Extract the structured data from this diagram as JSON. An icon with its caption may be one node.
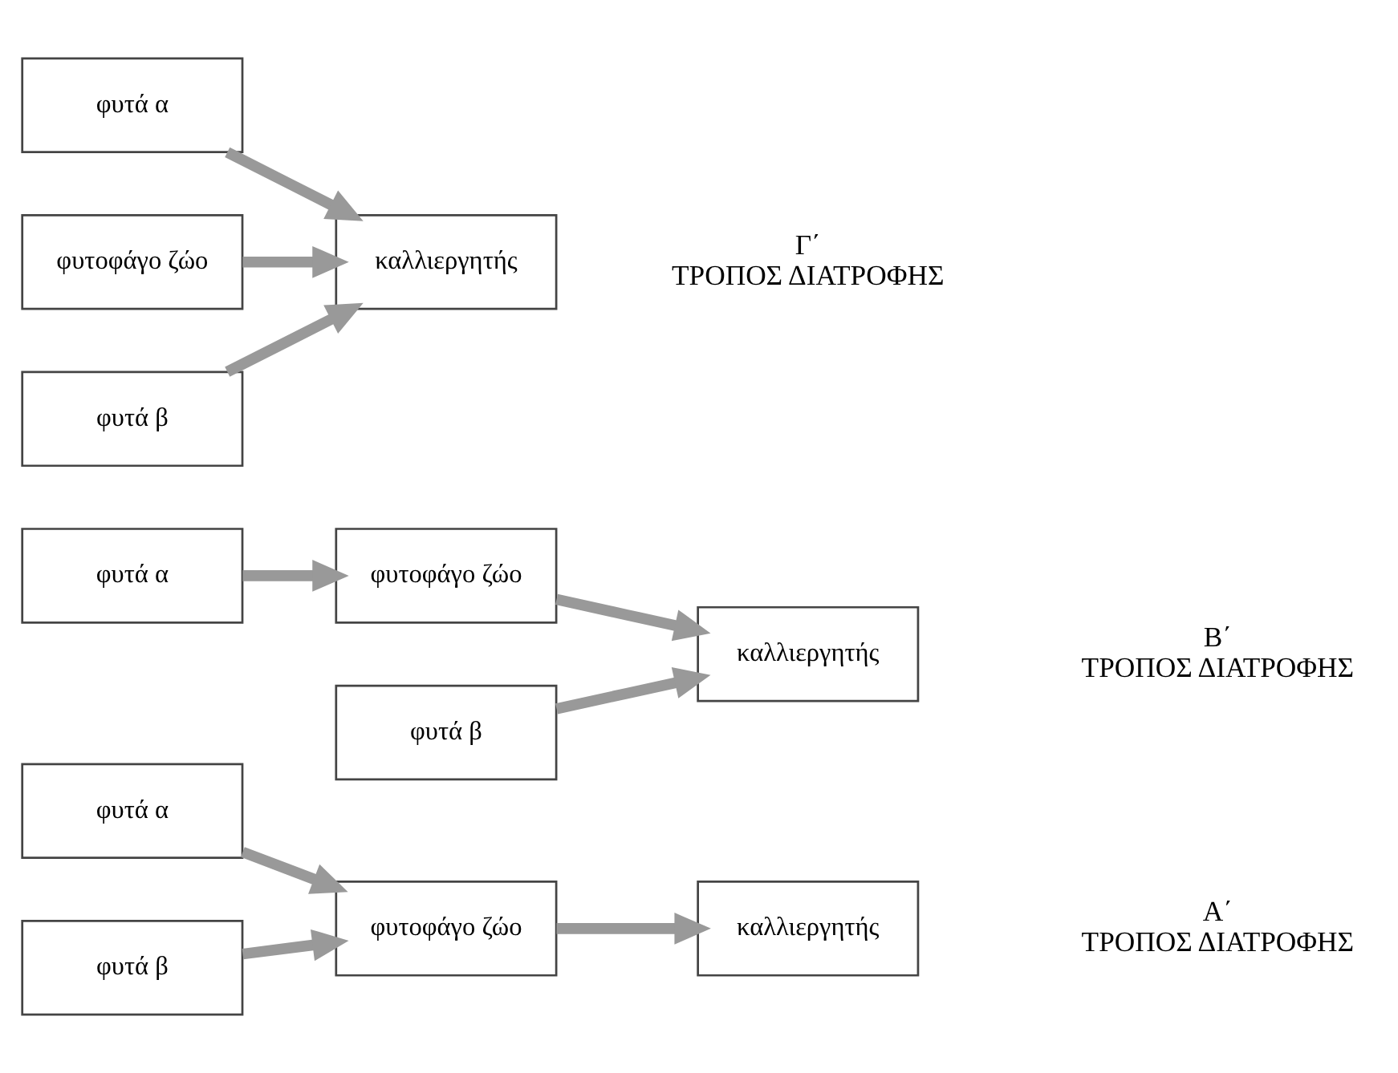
{
  "diagram": {
    "nodes": [
      {
        "text": [
          "φυτά α"
        ]
      },
      {
        "text": [
          "φυτά β"
        ]
      },
      {
        "text": [
          "φυτοφάγο ζώο"
        ]
      },
      {
        "text": [
          "καλλιεργητής"
        ]
      },
      {
        "text": [
          "φυτά α"
        ]
      },
      {
        "text": [
          "φυτοφάγο ζώο"
        ]
      },
      {
        "text": [
          "καλλιεργητής"
        ]
      },
      {
        "text": [
          "φυτά β"
        ]
      },
      {
        "text": [
          "φυτά α"
        ]
      },
      {
        "text": [
          "φυτοφάγο ζώο"
        ]
      },
      {
        "text": [
          "καλλιεργητής"
        ]
      },
      {
        "text": [
          "φυτά β"
        ]
      }
    ],
    "edges": [
      {
        "from": 0,
        "to": 2,
        "arrow": "to"
      },
      {
        "from": 1,
        "to": 2,
        "arrow": "to"
      },
      {
        "from": 2,
        "to": 3,
        "arrow": "to"
      },
      {
        "from": 4,
        "to": 5,
        "arrow": "to"
      },
      {
        "from": 5,
        "to": 6,
        "arrow": "to"
      },
      {
        "from": 7,
        "to": 6,
        "arrow": "to"
      },
      {
        "from": 8,
        "to": 10,
        "arrow": "to"
      },
      {
        "from": 9,
        "to": 10,
        "arrow": "to"
      },
      {
        "from": 11,
        "to": 10,
        "arrow": "to"
      }
    ],
    "labels": [
      "Α΄ ΤΡΟΠΟΣ ΔΙΑΤΡΟΦΗΣ",
      "Β΄ ΤΡΟΠΟΣ ΔΙΑΤΡΟΦΗΣ",
      "Γ΄ ΤΡΟΠΟΣ ΔΙΑΤΡΟΦΗΣ"
    ]
  }
}
